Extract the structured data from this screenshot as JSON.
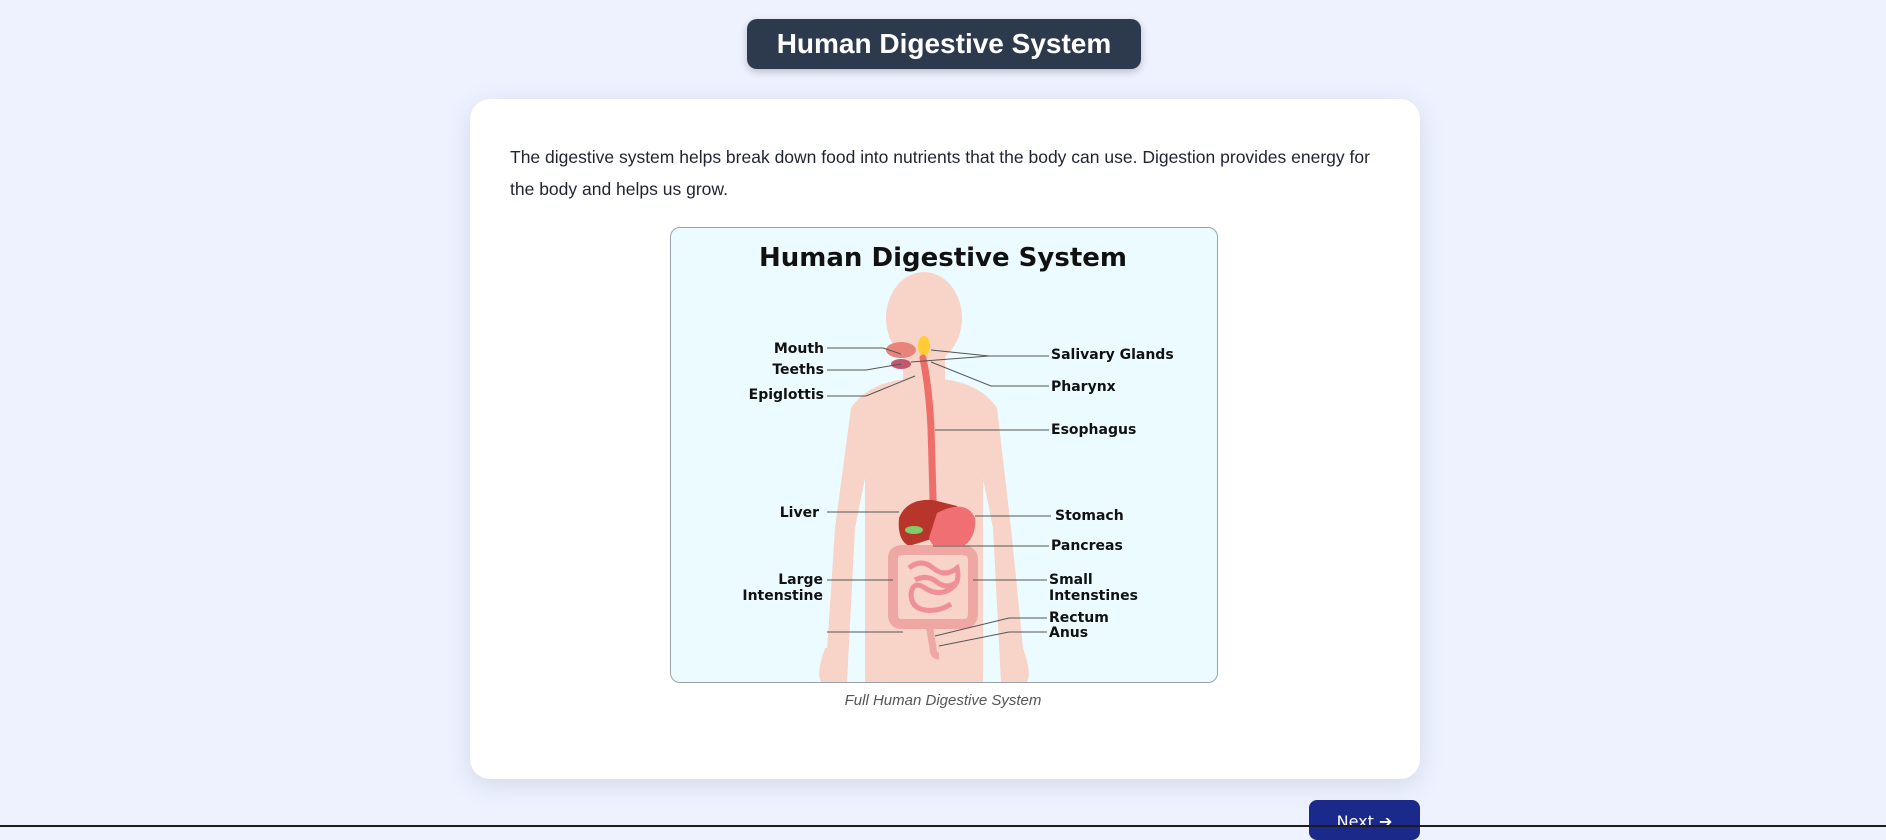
{
  "header": {
    "title": "Human Digestive System"
  },
  "main": {
    "intro_text": "The digestive system helps break down food into nutrients that the body can use. Digestion provides energy for the body and helps us grow.",
    "figure": {
      "title": "Human Digestive System",
      "labels": {
        "mouth": "Mouth",
        "teeths": "Teeths",
        "epiglottis": "Epiglottis",
        "salivary_glands": "Salivary Glands",
        "pharynx": "Pharynx",
        "esophagus": "Esophagus",
        "liver": "Liver",
        "stomach": "Stomach",
        "pancreas": "Pancreas",
        "large_intestine_1": "Large",
        "large_intestine_2": "Intenstine",
        "small_intestines_1": "Small",
        "small_intestines_2": "Intenstines",
        "rectum": "Rectum",
        "anus": "Anus"
      },
      "caption": "Full Human Digestive System"
    }
  },
  "navigation": {
    "next_label": "Next ➔"
  },
  "colors": {
    "page_background": "#eef2ff",
    "header_background": "#2d3a4d",
    "next_button": "#1b2a8a",
    "figure_background": "#ecfbff",
    "body_silhouette": "#f8d3c8"
  }
}
